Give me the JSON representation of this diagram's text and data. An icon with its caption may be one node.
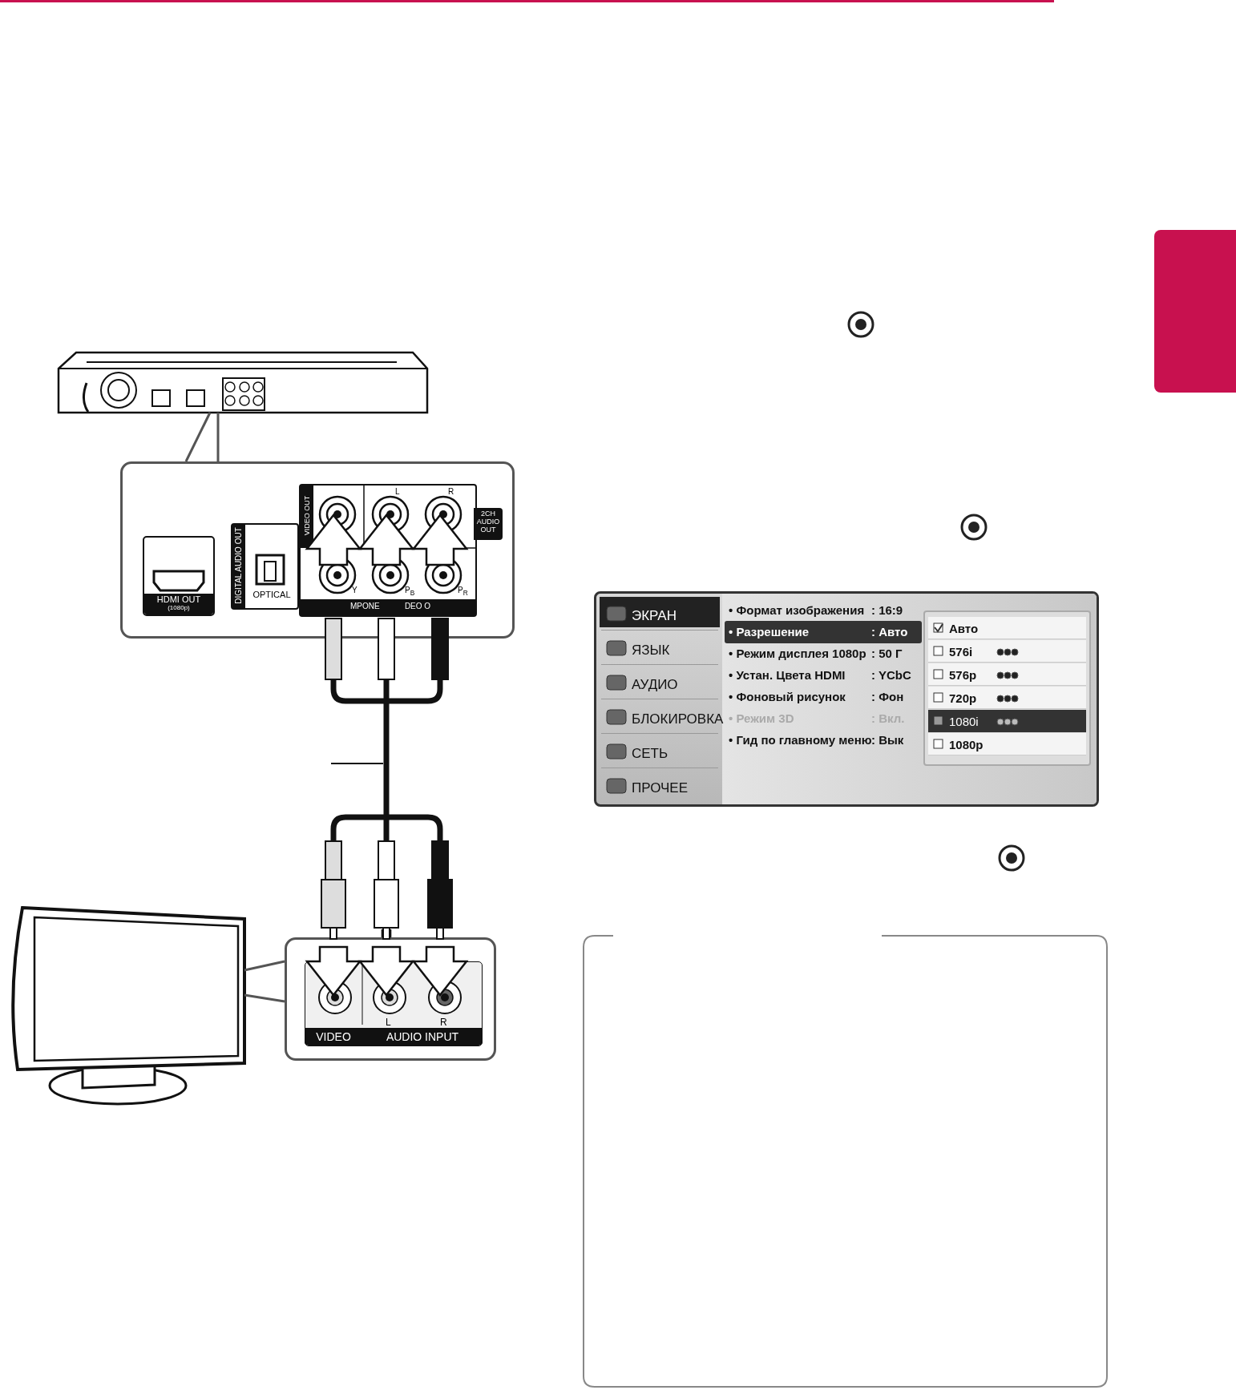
{
  "diagram": {
    "nodes": [
      {
        "text": [],
        "shape": "picture"
      },
      {
        "text": [],
        "shape": "box"
      },
      {
        "text": [
          "HDMI OUT",
          "(1080p)"
        ],
        "in": 1
      },
      {
        "text": [
          "DIGITAL AUDIO OUT",
          "OPTICAL"
        ],
        "in": 1
      },
      {
        "text": [
          "VIDEO OUT",
          "L",
          "R",
          "Y",
          "P$_{B}$",
          "P$_{R}$",
          "MPONE",
          "DEO O"
        ],
        "beside": [
          "2CH AUDIO OUT"
        ],
        "in": 1
      },
      {
        "text": [],
        "shape": "picture"
      },
      {
        "text": [
          "L",
          "R",
          "VIDEO",
          "AUDIO INPUT"
        ]
      },
      {
        "text": [],
        "shape": "bar"
      }
    ],
    "edges": [
      {
        "from": 0,
        "to": 1,
        "arrow": "none"
      },
      {
        "from": 4,
        "to": 6,
        "arrow": "other",
        "style": "thick"
      },
      {
        "from": 5,
        "to": 6,
        "arrow": "none"
      }
    ],
    "labels": [
      "ЭКРАН",
      "ЯЗЫК",
      "АУДИО",
      "БЛОКИРОВКА",
      "СЕТЬ",
      "ПРОЧЕЕ",
      "• Формат изображения",
      ": 16:9",
      "• Разрешение",
      ": Авто",
      "• Режим дисплея 1080p",
      ": 50 Г",
      "• Устан. Цвета HDMI",
      ": YCbC",
      "• Фоновый рисунок",
      ": Фон",
      "• Режим 3D",
      ": Вкл.",
      "• Гид по главному меню",
      ": Вык",
      "Авто",
      "576i",
      "576p",
      "720p",
      "1080i",
      "1080p"
    ]
  }
}
